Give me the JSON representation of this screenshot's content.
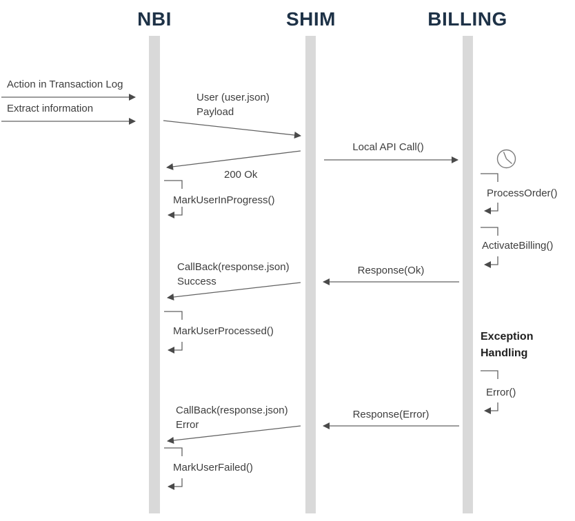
{
  "colors": {
    "lifeline": "#d9d9d9",
    "arrow": "#616161",
    "arrowhead": "#4a4a4a",
    "header-text": "#1e3247",
    "label-text": "#3d3d3d",
    "exception-text": "#1f1f1f",
    "clock-stroke": "#7a7a7a"
  },
  "actors": [
    {
      "label": "NBI"
    },
    {
      "label": "SHIM"
    },
    {
      "label": "BILLING"
    }
  ],
  "messages": {
    "action_in_transaction_log": "Action in Transaction Log",
    "extract_information": "Extract information",
    "user_payload_line1": "User (user.json)",
    "user_payload_line2": "Payload",
    "local_api_call": "Local API Call()",
    "ok_200": "200 Ok",
    "mark_user_in_progress": "MarkUserInProgress()",
    "process_order": "ProcessOrder()",
    "activate_billing": "ActivateBilling()",
    "response_ok": "Response(Ok)",
    "callback_success_line1": "CallBack(response.json)",
    "callback_success_line2": "Success",
    "mark_user_processed": "MarkUserProcessed()",
    "exception_handling_line1": "Exception",
    "exception_handling_line2": "Handling",
    "error_call": "Error()",
    "response_error": "Response(Error)",
    "callback_error_line1": "CallBack(response.json)",
    "callback_error_line2": "Error",
    "mark_user_failed": "MarkUserFailed()"
  },
  "icons": {
    "billing_wait": "clock-icon"
  }
}
